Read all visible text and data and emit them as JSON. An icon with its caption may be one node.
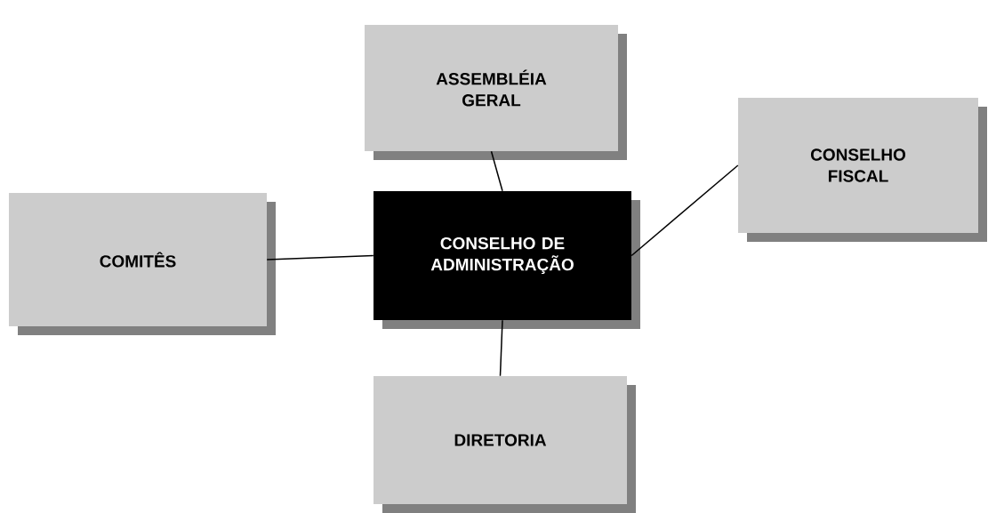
{
  "diagram": {
    "nodes": [
      {
        "text": [
          "ASSEMBLÉIA GERAL"
        ]
      },
      {
        "text": [
          "CONSELHO FISCAL"
        ]
      },
      {
        "text": [
          "COMITÊS"
        ]
      },
      {
        "text": [
          "CONSELHO DE ADMINISTRAÇÃO"
        ]
      },
      {
        "text": [
          "DIRETORIA"
        ]
      }
    ],
    "edges": [
      {
        "from": 0,
        "to": 3,
        "arrow": "none"
      },
      {
        "from": 1,
        "to": 3,
        "arrow": "none"
      },
      {
        "from": 2,
        "to": 3,
        "arrow": "none"
      },
      {
        "from": 3,
        "to": 4,
        "arrow": "none"
      }
    ]
  }
}
